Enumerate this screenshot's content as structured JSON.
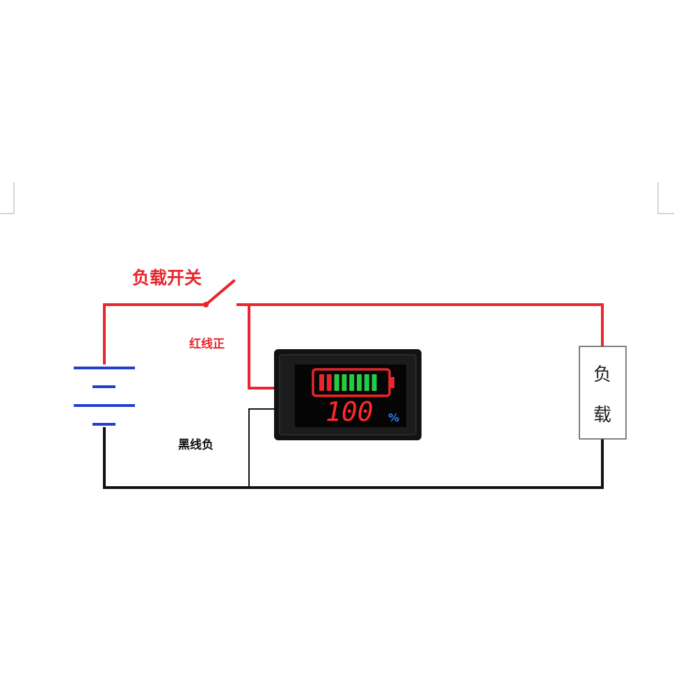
{
  "labels": {
    "switch": "负载开关",
    "red_wire": "红线正",
    "black_wire": "黑线负",
    "load_top": "负",
    "load_bottom": "载"
  },
  "meter": {
    "reading": "100",
    "unit": "%",
    "level_percent": 100
  },
  "colors": {
    "positive_wire": "#e8262c",
    "negative_wire": "#111111",
    "battery": "#1f3fcf",
    "meter_segment_on": "#22cc44",
    "meter_digits": "#ff2a2a",
    "meter_unit": "#2f7dff"
  }
}
